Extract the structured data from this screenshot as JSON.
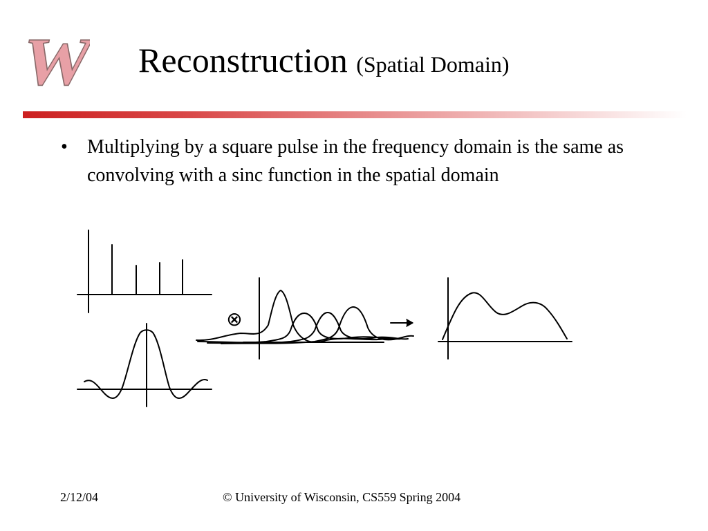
{
  "slide": {
    "title": "Reconstruction",
    "subtitle": "(Spatial Domain)",
    "bullets": [
      "Multiplying by a square pulse in the frequency domain is the same as convolving with a sinc function in the spatial domain"
    ],
    "bullet_glyph": "•",
    "logo_letter": "W",
    "convolution_symbol": "⊗",
    "accent_color": "#cc1f1f"
  },
  "footer": {
    "date": "2/12/04",
    "copyright": "© University of Wisconsin, CS559 Spring 2004"
  }
}
